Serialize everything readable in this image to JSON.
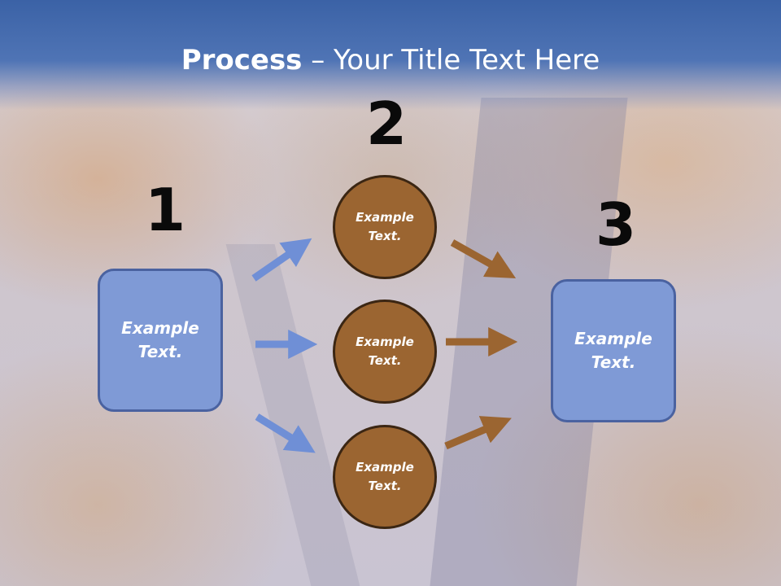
{
  "slide": {
    "title_bold": "Process",
    "title_rest": " – Your Title Text Here"
  },
  "steps": {
    "num1": "1",
    "num2": "2",
    "num3": "3"
  },
  "nodes": {
    "left_box": "Example Text.",
    "right_box": "Example Text.",
    "circle_top": "Example Text.",
    "circle_middle": "Example Text.",
    "circle_bottom": "Example Text."
  },
  "colors": {
    "header": "#3b62a6",
    "box_fill": "#7f9ad6",
    "circle_fill": "#9b6531",
    "blue_arrow": "#6f8fd6",
    "brown_arrow": "#9b6531"
  }
}
